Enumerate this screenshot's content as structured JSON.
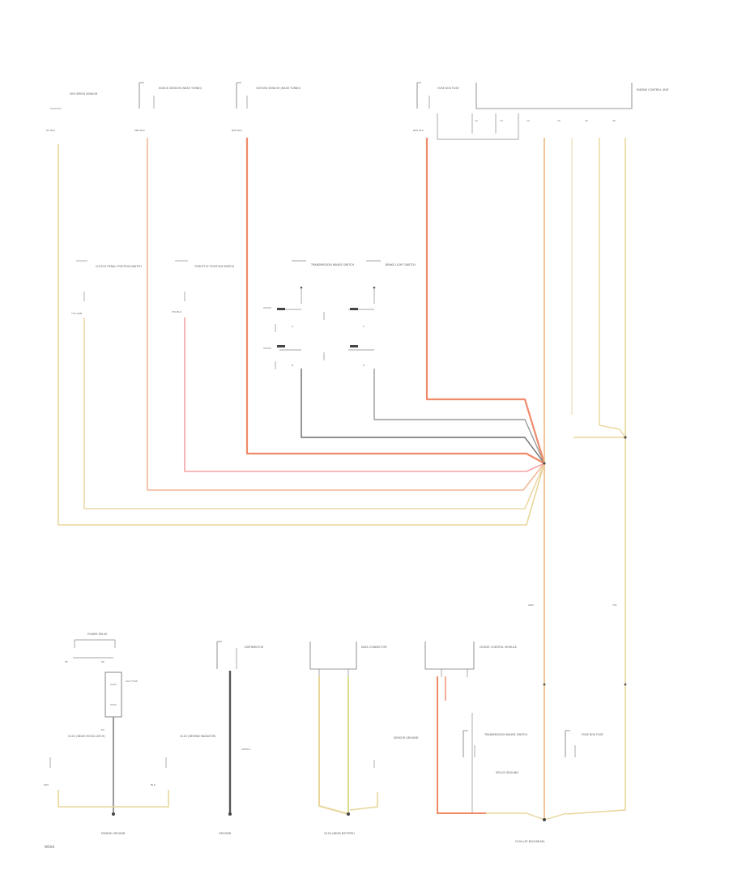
{
  "colors": {
    "yellow": "#e8d69a",
    "red": "#f08e6f",
    "pink": "#f4a3a3",
    "orange": "#f0c08c",
    "gray": "#9a9a9a",
    "dark_gray": "#6a6a6a",
    "black": "#444444",
    "green_yellow": "#d9dc8a"
  },
  "figure_id": "W5H4",
  "components": {
    "speed_sensor": "VEH SPEED SENSOR",
    "knock_sensor": "KNOCK SENSOR (NEAR TURBO)",
    "oxygen_sensor": "OXYGEN SENSOR (NEAR TURBO)",
    "fuse_block_top": "FUSE BOX FUSE",
    "engine_control": "ENGINE CONTROL UNIT",
    "clutch_switch": "CLUTCH PEDAL POSITION SWITCH",
    "throttle_switch": "THROTTLE POSITION SWITCH",
    "transmission_switch": "TRANSMISSION RANGE SWITCH",
    "brake_switch": "BRAKE LIGHT SWITCH",
    "power_relay": "POWER RELAY",
    "ground_left": "ENGINE GROUND",
    "distributor": "DISTRIBUTOR",
    "aux_fuse": "AUX FUSE",
    "data_connector": "DATA CONNECTOR",
    "sensor_ground": "SENSOR GROUND",
    "splice_ground": "SPLICE GROUND",
    "shield": "SHIELD",
    "ground_label_a": "G101 (NEAR HOOD LATCH)",
    "ground_label_b": "G102 (BEHIND RADIATOR)",
    "ground_label_c": "G103 (NEAR BATTERY)",
    "ground_label_d": "G104 (AT BULKHEAD)",
    "ground_label_e": "GROUND",
    "transmission_range": "TRANSMISSION RANGE SWITCH",
    "cruise_module": "CRUISE CONTROL MODULE"
  },
  "wire_codes": {
    "w1": "YEL BLK",
    "w2": "PNK BLK",
    "w3": "RED BLK",
    "w4": "RED BLK",
    "w5": "YEL GRN",
    "w6": "YEL BLK",
    "w7": "GRN",
    "w8": "GRY",
    "w9": "BLK",
    "w10": "YEL"
  },
  "pin_labels": {
    "p1": "A",
    "p2": "B",
    "p3": "C",
    "p4": "D",
    "p5": "12",
    "p6": "13",
    "p7": "14",
    "p8": "15",
    "p9": "16",
    "p10": "30",
    "p11": "85",
    "p12": "86",
    "p13": "87"
  }
}
